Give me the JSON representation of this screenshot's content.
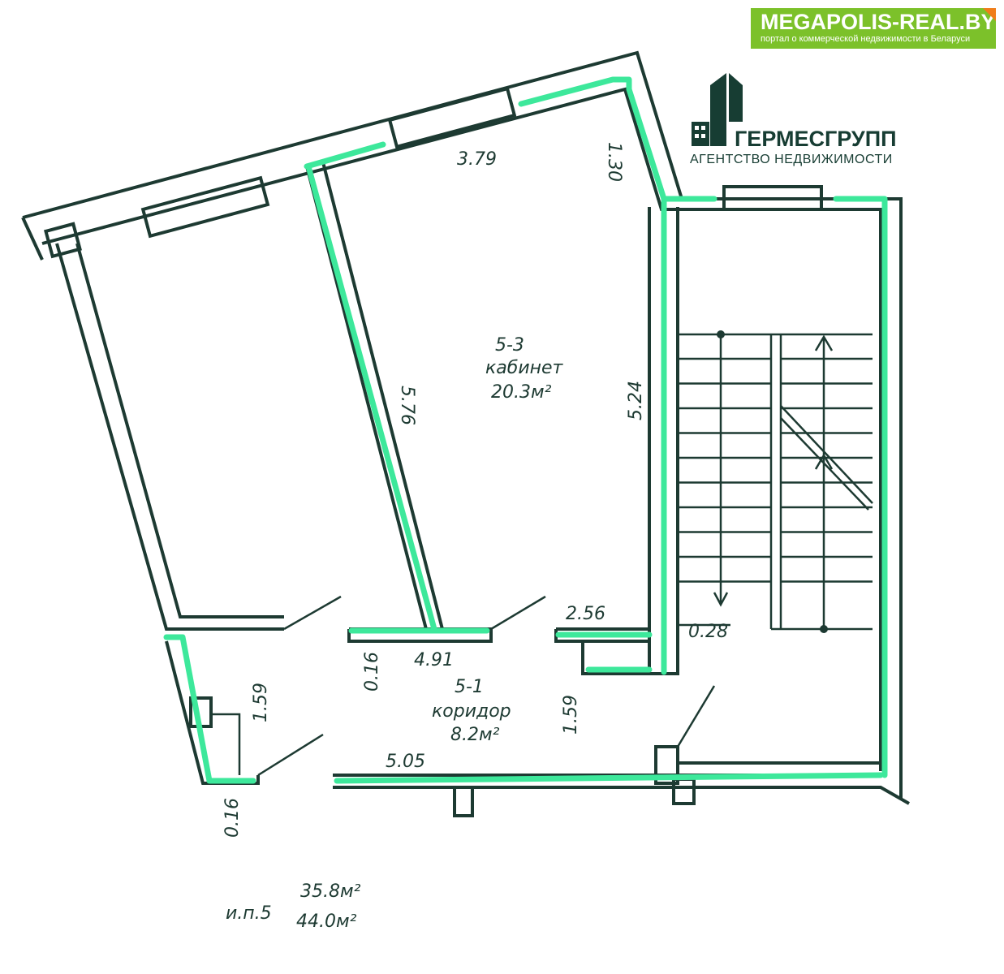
{
  "watermark": {
    "site": "MEGAPOLIS-REAL.BY",
    "tagline": "портал о коммерческой недвижимости в Беларуси",
    "agency_name": "ГЕРМЕСГРУПП",
    "agency_subtitle": "АГЕНТСТВО НЕДВИЖИМОСТИ"
  },
  "rooms": [
    {
      "number": "5-3",
      "name": "кабинет",
      "area": "20.3м²"
    },
    {
      "number": "5-1",
      "name": "коридор",
      "area": "8.2м²"
    }
  ],
  "dimensions": {
    "top": "3.79",
    "top_right": "1.30",
    "left_wall": "5.76",
    "right_wall": "5.24",
    "door_right": "2.56",
    "wall_thick": "0.28",
    "corridor_wall": "0.16",
    "corridor_top": "4.91",
    "corridor_height": "1.59",
    "niche_height": "1.59",
    "corridor_bottom": "5.05",
    "bottom_wall": "0.16"
  },
  "totals": {
    "label": "и.п.5",
    "area_main": "35.8м²",
    "area_total": "44.0м²"
  },
  "colors": {
    "walls": "#1d3a32",
    "highlight": "#3de89b",
    "badge": "#7cc12a"
  }
}
